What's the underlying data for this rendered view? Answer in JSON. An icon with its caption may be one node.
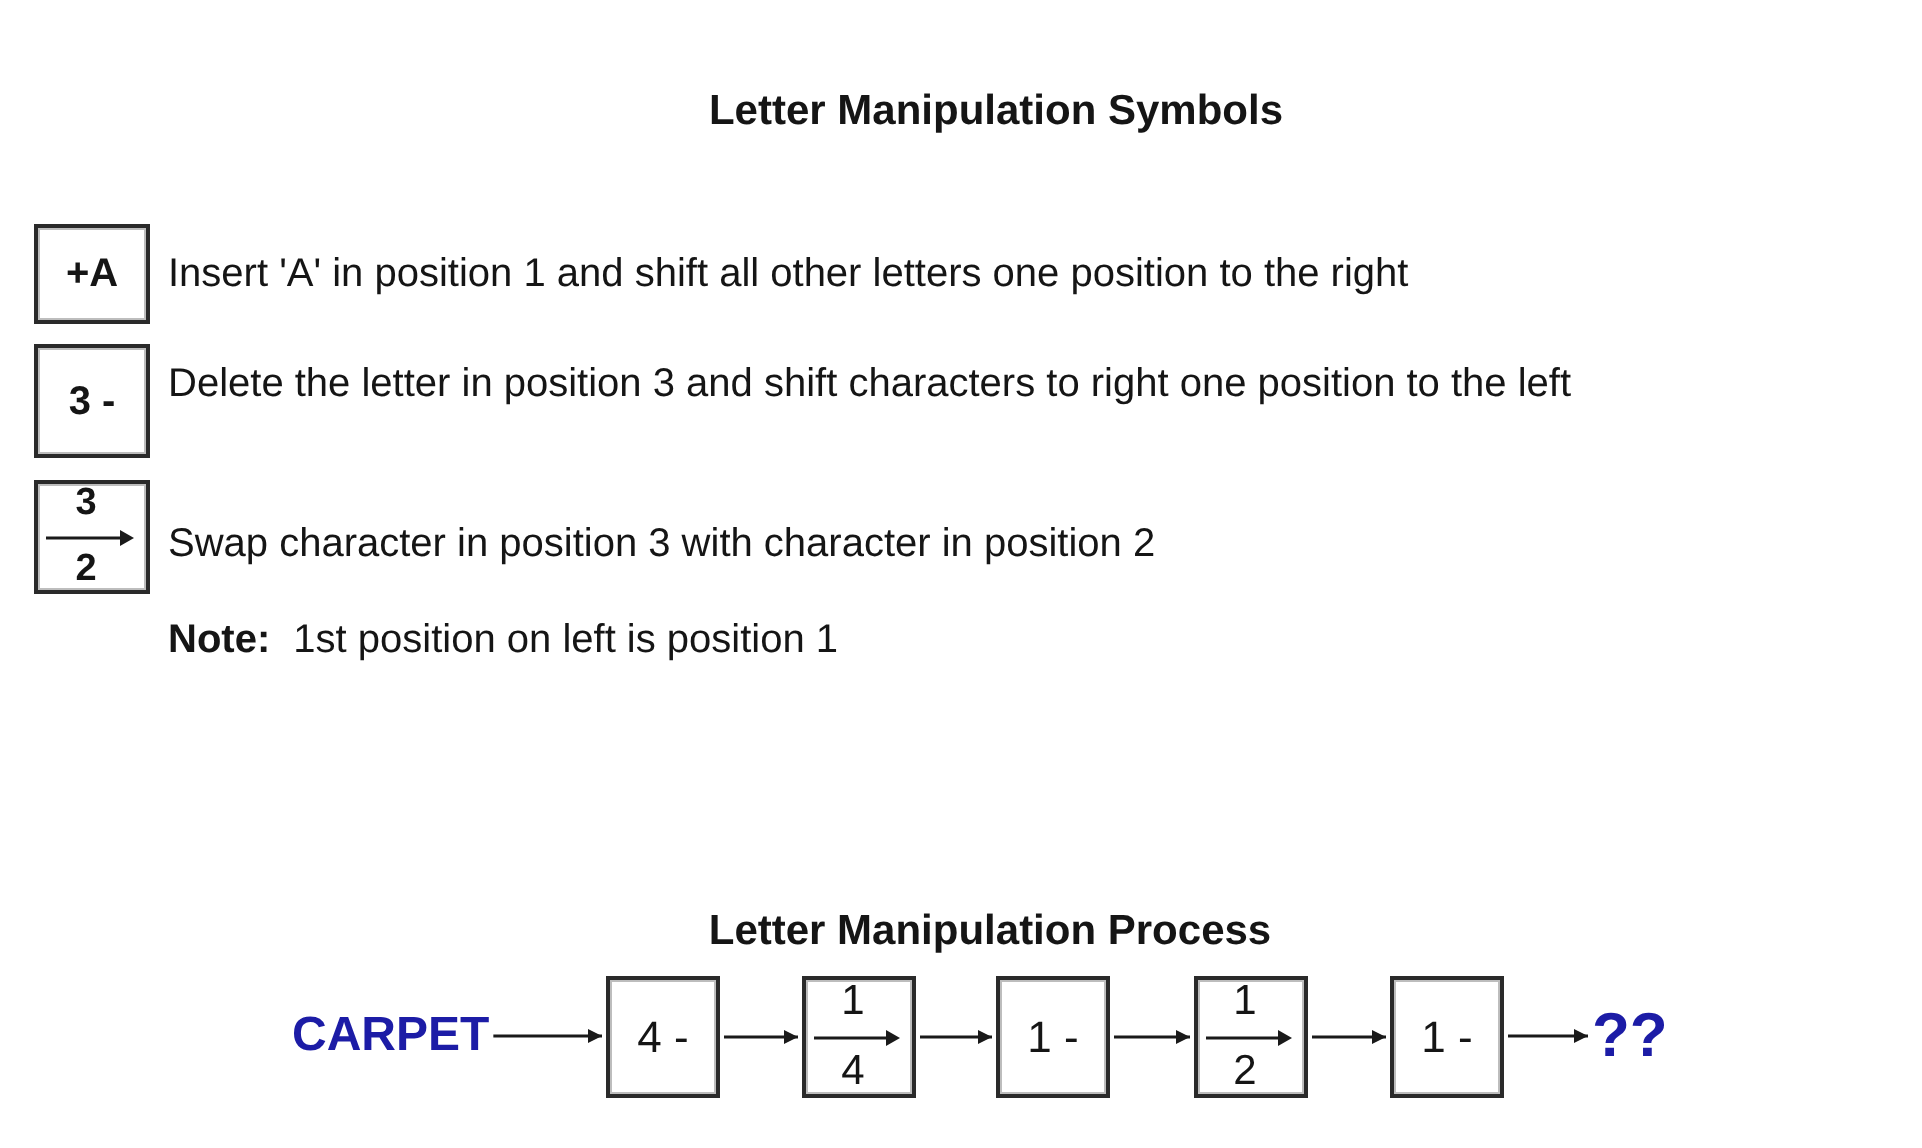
{
  "diagram": {
    "title": "Letter Manipulation Symbols",
    "nodes": [
      {
        "text": [
          "+A"
        ],
        "beside": [
          "Insert 'A' in position 1 and shift all other letters one position to the right"
        ]
      },
      {
        "text": [
          "3 -"
        ],
        "beside": [
          "Delete the letter in position 3 and shift characters to right one position to the left"
        ]
      },
      {
        "text": [
          "3",
          "2"
        ],
        "beside": [
          "Swap character in position 3 with character in position 2"
        ]
      },
      {
        "text": [
          "CARPET"
        ]
      },
      {
        "text": [
          "4 -"
        ]
      },
      {
        "text": [
          "1",
          "4"
        ]
      },
      {
        "text": [
          "1 -"
        ]
      },
      {
        "text": [
          "1",
          "2"
        ]
      },
      {
        "text": [
          "1 -"
        ]
      },
      {
        "text": [
          "??"
        ]
      }
    ],
    "edges": [
      {
        "from": 3,
        "to": 4,
        "arrow": "to"
      },
      {
        "from": 4,
        "to": 5,
        "arrow": "to"
      },
      {
        "from": 5,
        "to": 6,
        "arrow": "to"
      },
      {
        "from": 6,
        "to": 7,
        "arrow": "to"
      },
      {
        "from": 7,
        "to": 8,
        "arrow": "to"
      },
      {
        "from": 8,
        "to": 9,
        "arrow": "to"
      }
    ],
    "labels": [
      "**Note:** 1st position on left is position 1",
      "Letter Manipulation Process"
    ]
  }
}
